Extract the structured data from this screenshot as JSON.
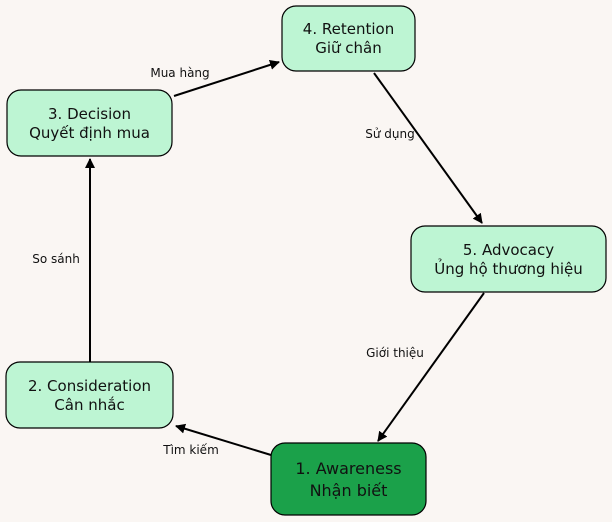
{
  "colors": {
    "background": "#faf6f3",
    "node_fill": "#bdf5d3",
    "node_fill_highlight": "#1ba14a",
    "node_stroke": "#000000",
    "text": "#111111"
  },
  "nodes": [
    {
      "id": "awareness",
      "line1": "1. Awareness",
      "line2": "Nhận biết",
      "highlight": true
    },
    {
      "id": "consideration",
      "line1": "2. Consideration",
      "line2": "Cân nhắc",
      "highlight": false
    },
    {
      "id": "decision",
      "line1": "3. Decision",
      "line2": "Quyết định mua",
      "highlight": false
    },
    {
      "id": "retention",
      "line1": "4. Retention",
      "line2": "Giữ chân",
      "highlight": false
    },
    {
      "id": "advocacy",
      "line1": "5. Advocacy",
      "line2": "Ủng hộ thương hiệu",
      "highlight": false
    }
  ],
  "edges": [
    {
      "from": "awareness",
      "to": "consideration",
      "label": "Tìm kiếm"
    },
    {
      "from": "consideration",
      "to": "decision",
      "label": "So sánh"
    },
    {
      "from": "decision",
      "to": "retention",
      "label": "Mua hàng"
    },
    {
      "from": "retention",
      "to": "advocacy",
      "label": "Sử dụng"
    },
    {
      "from": "advocacy",
      "to": "awareness",
      "label": "Giới thiệu"
    }
  ]
}
